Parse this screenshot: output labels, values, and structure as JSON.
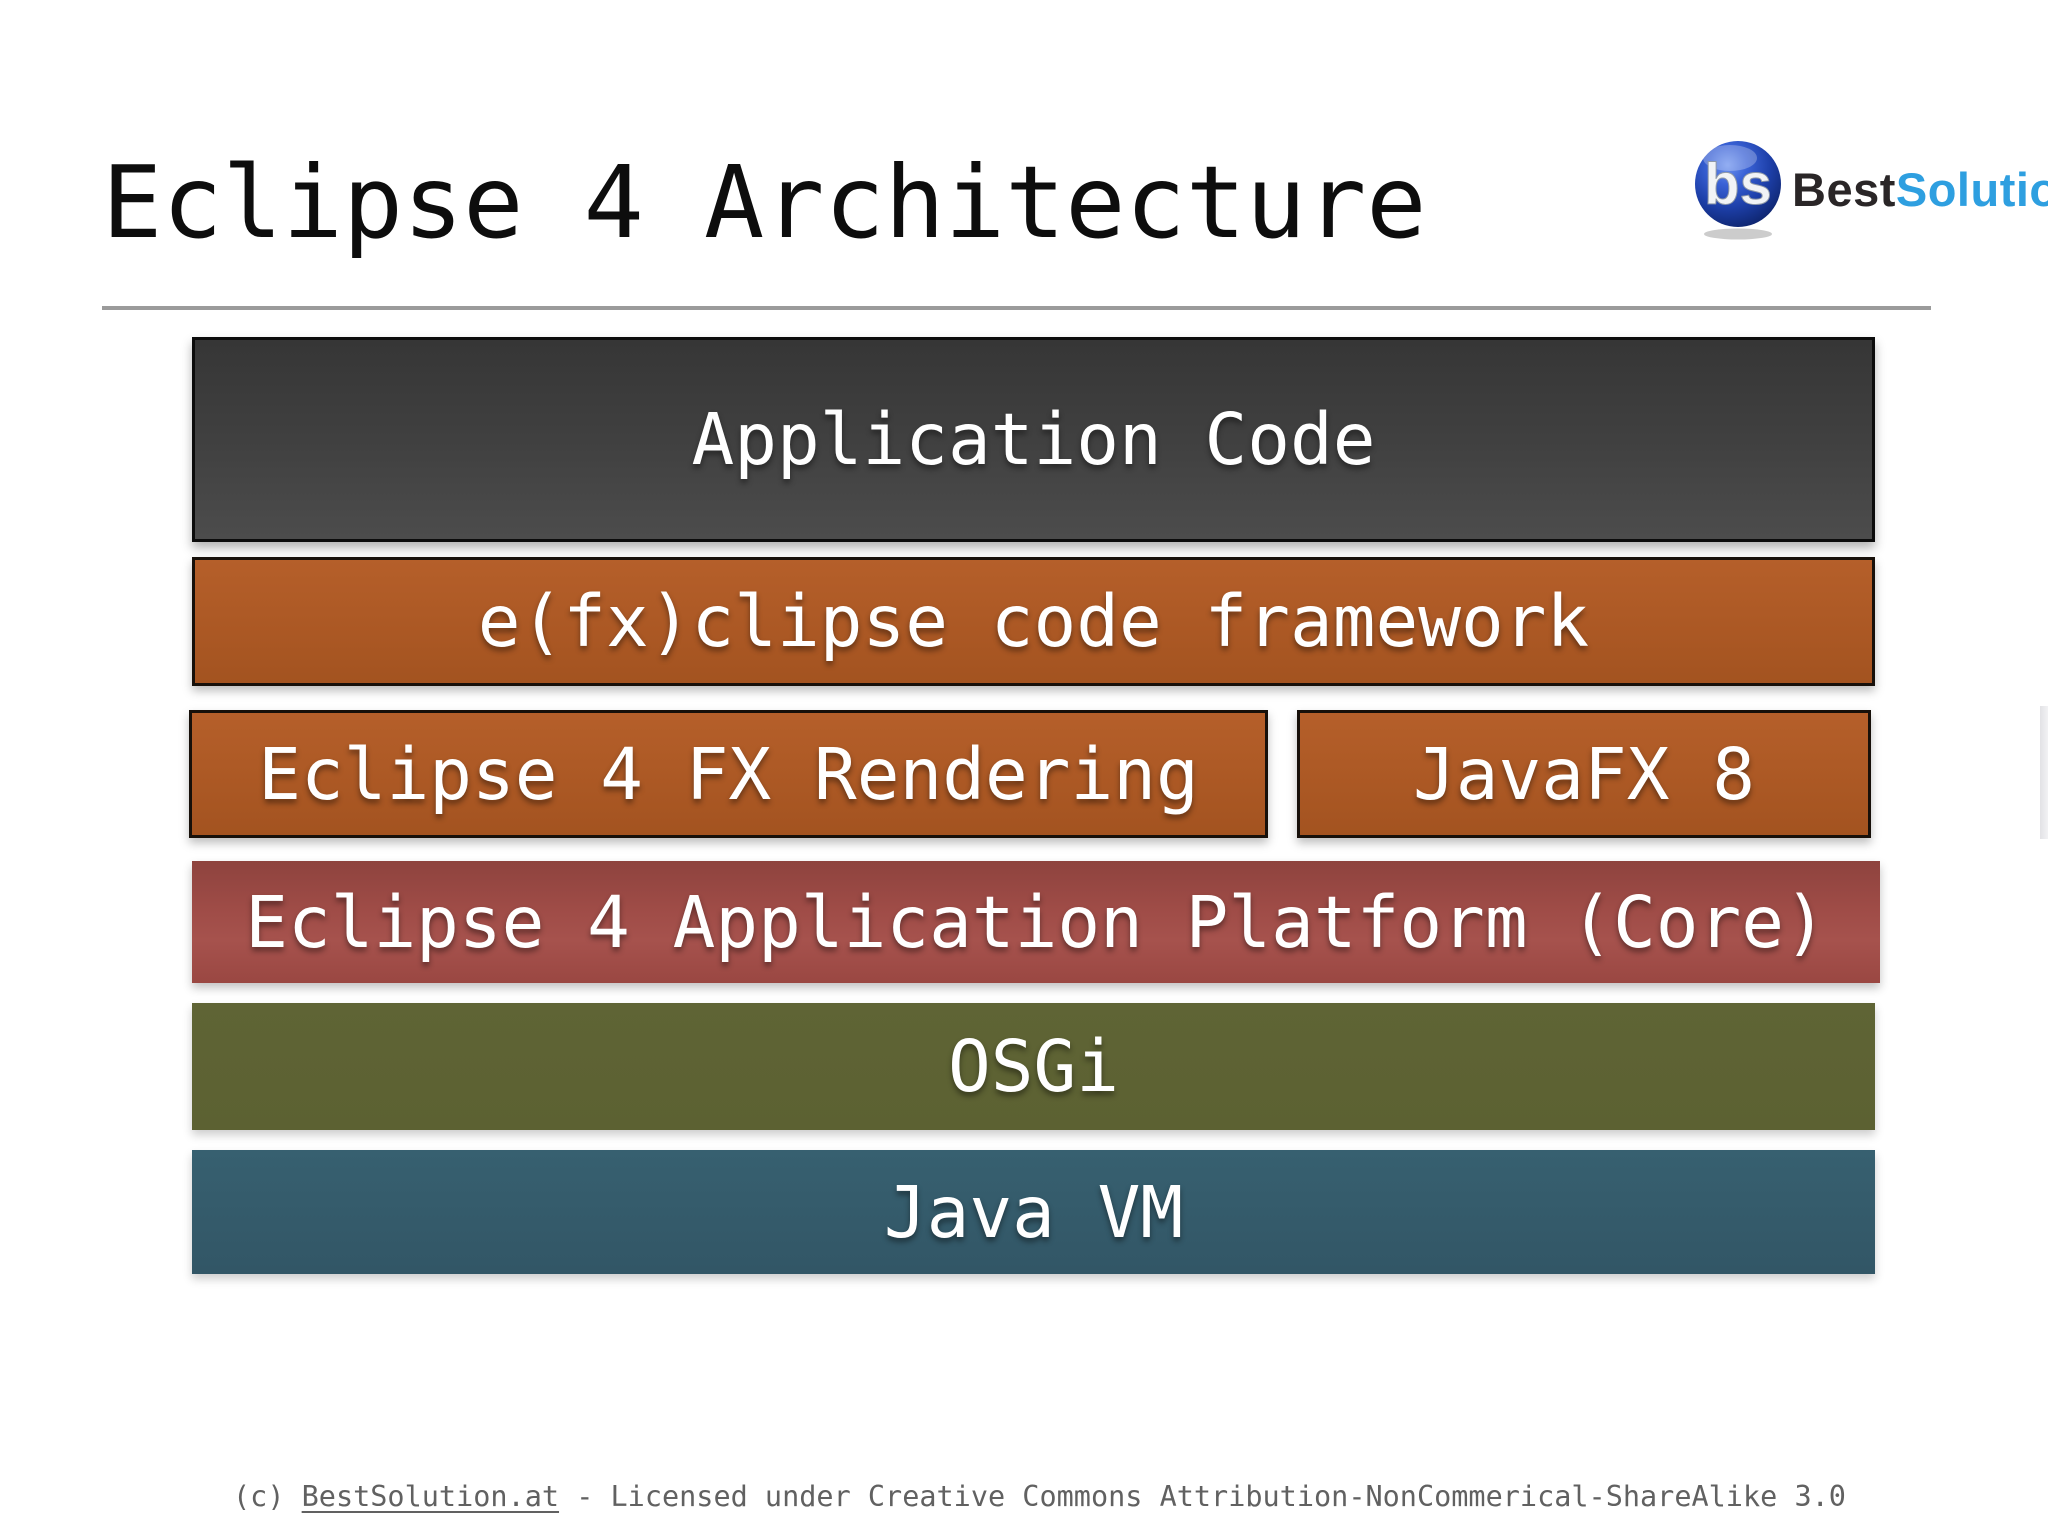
{
  "title": "Eclipse 4 Architecture",
  "logo": {
    "monogram": "bs",
    "best": "Best",
    "solution": "Solution",
    "sphere_color": "#1d3fa8",
    "best_color": "#2a2627",
    "solution_color": "#2e9fe0"
  },
  "layers": [
    {
      "id": "application-code",
      "label": "Application Code",
      "fill": "#424242"
    },
    {
      "id": "efxclipse-framework",
      "label": "e(fx)clipse code framework",
      "fill": "#ab5824"
    },
    {
      "id": "eclipse4-fx-rendering",
      "label": "Eclipse 4 FX Rendering",
      "fill": "#ab5824"
    },
    {
      "id": "javafx-8",
      "label": "JavaFX 8",
      "fill": "#ab5824"
    },
    {
      "id": "eclipse4-platform-core",
      "label": "Eclipse 4 Application Platform (Core)",
      "fill": "#9d4843"
    },
    {
      "id": "osgi",
      "label": "OSGi",
      "fill": "#5d6233"
    },
    {
      "id": "java-vm",
      "label": "Java VM",
      "fill": "#355b6c"
    }
  ],
  "footer": {
    "prefix": "(c) ",
    "link_text": "BestSolution.at",
    "license_text": " - Licensed under Creative Commons Attribution-NonCommerical-ShareAlike 3.0"
  }
}
